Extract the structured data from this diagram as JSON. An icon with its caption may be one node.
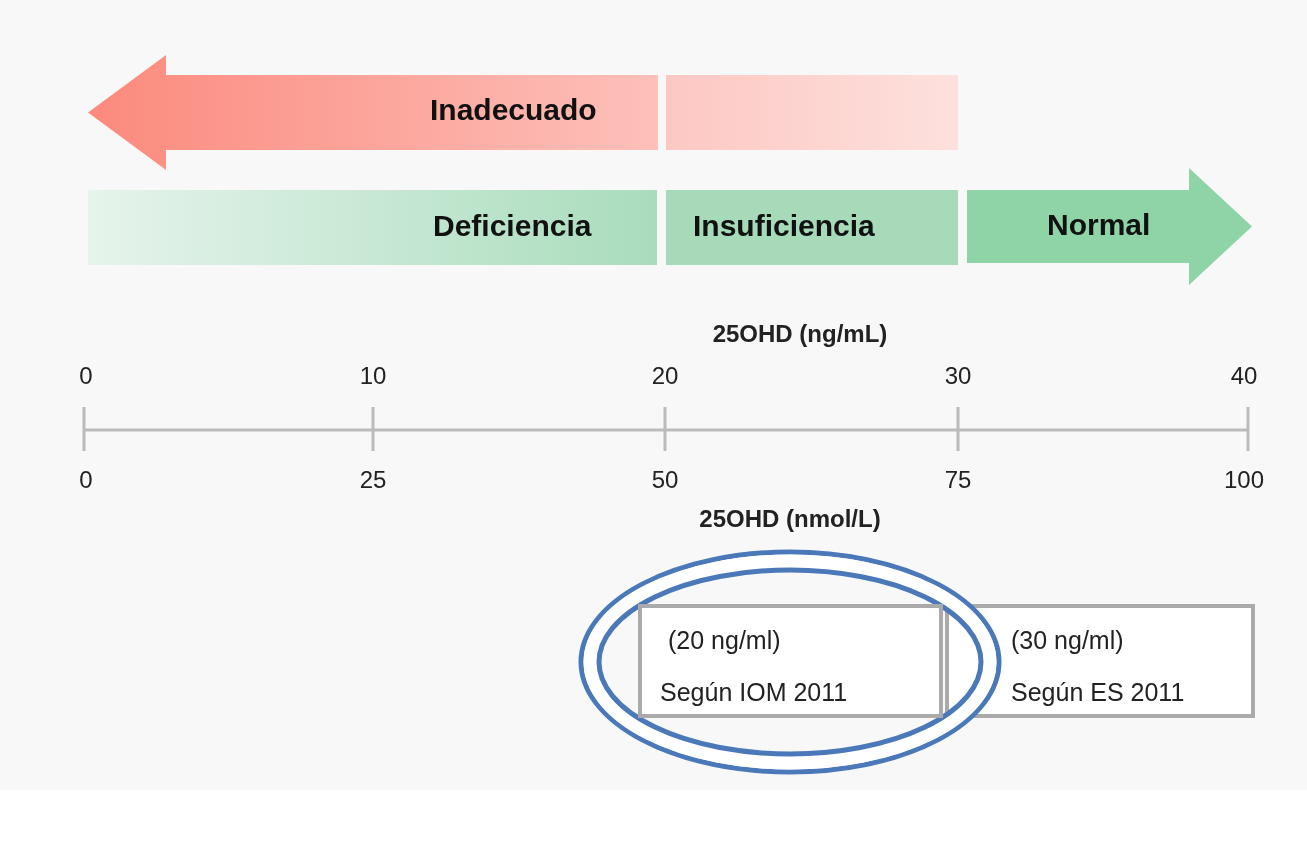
{
  "diagram": {
    "nodes": [
      {
        "text": [
          "Inadecuado"
        ]
      },
      {
        "text": [],
        "shape": "bar"
      },
      {
        "text": [
          "Deficiencia"
        ]
      },
      {
        "text": [
          "Insuficiencia"
        ]
      },
      {
        "text": [
          "Normal"
        ]
      },
      {
        "text": [
          "(20 ng/ml)",
          "Según IOM 2011"
        ],
        "in": 7
      },
      {
        "text": [
          "(30 ng/ml)",
          "Según ES 2011"
        ]
      },
      {
        "text": [],
        "shape": "circle"
      }
    ],
    "edges": [],
    "labels": [
      "25OHD (ng/mL)",
      "0",
      "10",
      "20",
      "30",
      "40",
      "0",
      "25",
      "50",
      "75",
      "100",
      "25OHD (nmol/L)"
    ]
  }
}
